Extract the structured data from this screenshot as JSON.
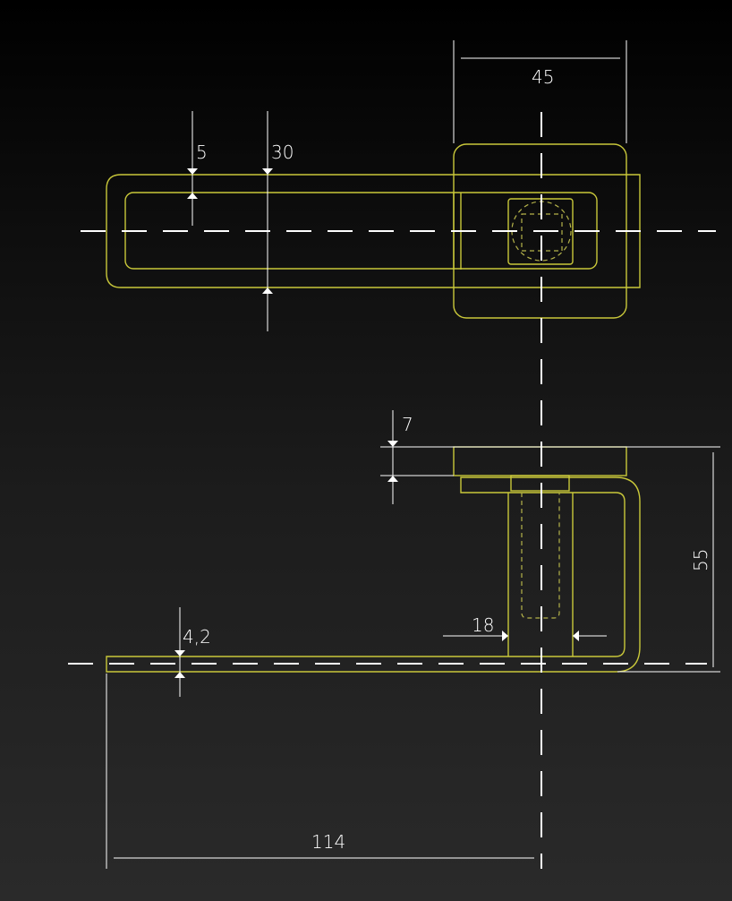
{
  "drawing": {
    "line_color": "#c9c83a",
    "dimensions": {
      "rose_width": "45",
      "grip_wall": "5",
      "grip_height": "30",
      "rose_thickness": "7",
      "projection": "55",
      "spindle_width": "18",
      "lever_thickness": "4,2",
      "lever_length": "114"
    }
  }
}
